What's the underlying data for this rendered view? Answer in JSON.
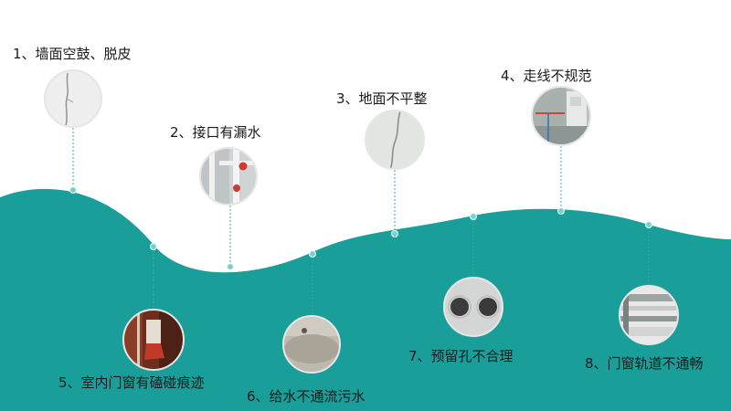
{
  "colors": {
    "wave": "#1a9e9a",
    "connector": "#2db0aa",
    "dot": "#6fd6cf",
    "ring": "#e6e6e6",
    "text": "#1a1a1a"
  },
  "issues": [
    {
      "id": "n1",
      "label": "1、墙面空鼓、脱皮",
      "photo_icon": "wall-crack-photo-icon"
    },
    {
      "id": "n2",
      "label": "2、接口有漏水",
      "photo_icon": "pipe-joint-photo-icon"
    },
    {
      "id": "n3",
      "label": "3、地面不平整",
      "photo_icon": "floor-crack-photo-icon"
    },
    {
      "id": "n4",
      "label": "4、走线不规范",
      "photo_icon": "wiring-photo-icon"
    },
    {
      "id": "n5",
      "label": "5、室内门窗有磕碰痕迹",
      "photo_icon": "door-frame-photo-icon"
    },
    {
      "id": "n6",
      "label": "6、给水不通流污水",
      "photo_icon": "drain-photo-icon"
    },
    {
      "id": "n7",
      "label": "7、预留孔不合理",
      "photo_icon": "wall-holes-photo-icon"
    },
    {
      "id": "n8",
      "label": "8、门窗轨道不通畅",
      "photo_icon": "window-track-photo-icon"
    }
  ]
}
